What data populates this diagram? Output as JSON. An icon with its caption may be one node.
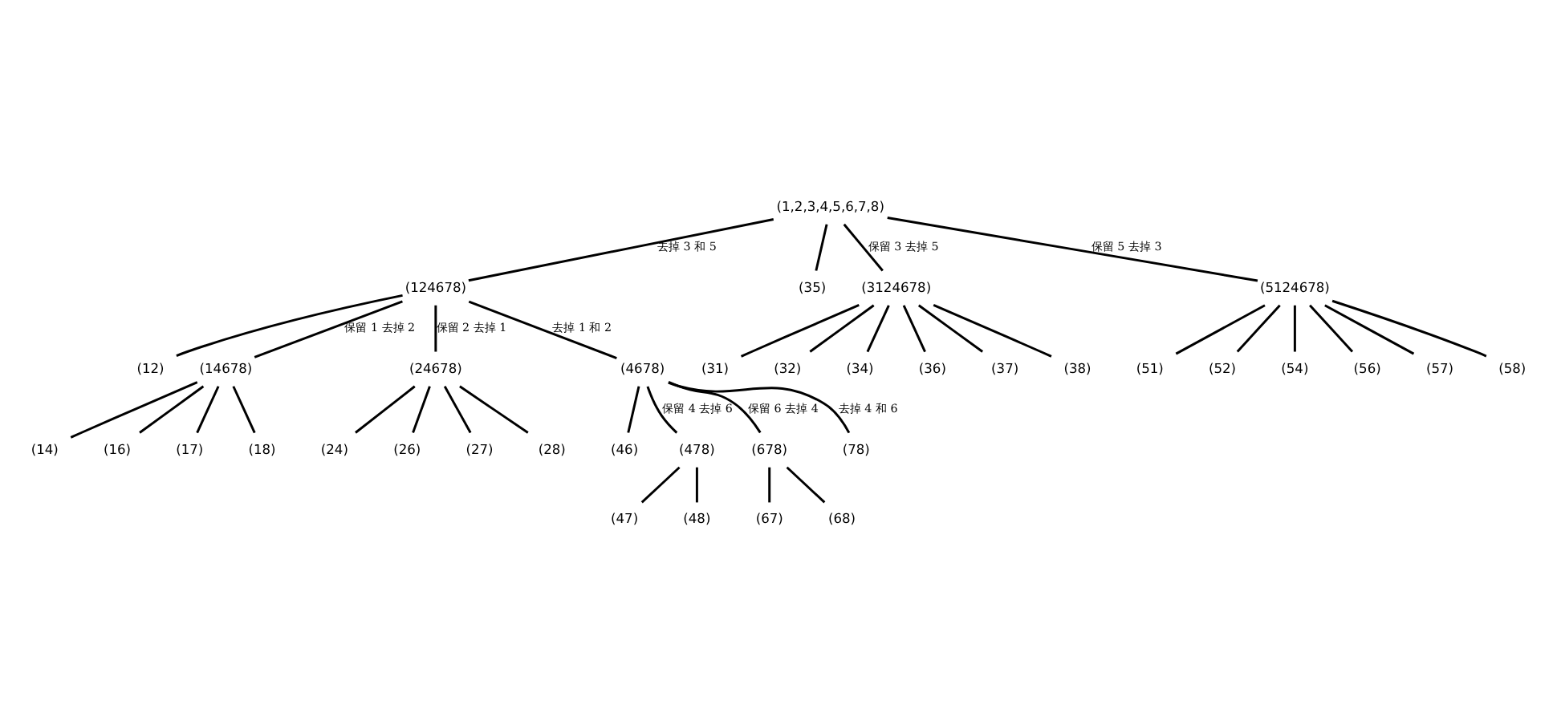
{
  "diagram": {
    "nodes": [
      {
        "text": [
          "(1,2,3,4,5,6,7,8)"
        ]
      },
      {
        "text": [
          "(124678)"
        ]
      },
      {
        "text": [
          "(35)"
        ]
      },
      {
        "text": [
          "(3124678)"
        ]
      },
      {
        "text": [
          "(5124678)"
        ]
      },
      {
        "text": [
          "(31)"
        ]
      },
      {
        "text": [
          "(32)"
        ]
      },
      {
        "text": [
          "(34)"
        ]
      },
      {
        "text": [
          "(36)"
        ]
      },
      {
        "text": [
          "(37)"
        ]
      },
      {
        "text": [
          "(38)"
        ]
      },
      {
        "text": [
          "(51)"
        ]
      },
      {
        "text": [
          "(52)"
        ]
      },
      {
        "text": [
          "(54)"
        ]
      },
      {
        "text": [
          "(56)"
        ]
      },
      {
        "text": [
          "(57)"
        ]
      },
      {
        "text": [
          "(58)"
        ]
      },
      {
        "text": [
          "(12)"
        ]
      },
      {
        "text": [
          "(14678)"
        ]
      },
      {
        "text": [
          "(24678)"
        ]
      },
      {
        "text": [
          "(4678)"
        ]
      },
      {
        "text": [
          "(14)"
        ]
      },
      {
        "text": [
          "(16)"
        ]
      },
      {
        "text": [
          "(17)"
        ]
      },
      {
        "text": [
          "(18)"
        ]
      },
      {
        "text": [
          "(24)"
        ]
      },
      {
        "text": [
          "(26)"
        ]
      },
      {
        "text": [
          "(27)"
        ]
      },
      {
        "text": [
          "(28)"
        ]
      },
      {
        "text": [
          "(46)"
        ]
      },
      {
        "text": [
          "(478)"
        ]
      },
      {
        "text": [
          "(678)"
        ]
      },
      {
        "text": [
          "(78)"
        ]
      },
      {
        "text": [
          "(47)"
        ]
      },
      {
        "text": [
          "(48)"
        ]
      },
      {
        "text": [
          "(67)"
        ]
      },
      {
        "text": [
          "(68)"
        ]
      }
    ],
    "edges": [
      {
        "from": 0,
        "to": 1,
        "arrow": "none",
        "label": "去掉 3 和 5"
      },
      {
        "from": 0,
        "to": 2,
        "arrow": "none"
      },
      {
        "from": 0,
        "to": 3,
        "arrow": "none",
        "label": "保留 3 去掉 5"
      },
      {
        "from": 0,
        "to": 4,
        "arrow": "none",
        "label": "保留 5 去掉 3"
      },
      {
        "from": 3,
        "to": 5,
        "arrow": "none"
      },
      {
        "from": 3,
        "to": 6,
        "arrow": "none"
      },
      {
        "from": 3,
        "to": 7,
        "arrow": "none"
      },
      {
        "from": 3,
        "to": 8,
        "arrow": "none"
      },
      {
        "from": 3,
        "to": 9,
        "arrow": "none"
      },
      {
        "from": 3,
        "to": 10,
        "arrow": "none"
      },
      {
        "from": 4,
        "to": 11,
        "arrow": "none"
      },
      {
        "from": 4,
        "to": 12,
        "arrow": "none"
      },
      {
        "from": 4,
        "to": 13,
        "arrow": "none"
      },
      {
        "from": 4,
        "to": 14,
        "arrow": "none"
      },
      {
        "from": 4,
        "to": 15,
        "arrow": "none"
      },
      {
        "from": 4,
        "to": 16,
        "arrow": "none"
      },
      {
        "from": 1,
        "to": 17,
        "arrow": "none"
      },
      {
        "from": 1,
        "to": 18,
        "arrow": "none",
        "label": "保留 1 去掉 2"
      },
      {
        "from": 1,
        "to": 19,
        "arrow": "none",
        "label": "保留 2 去掉 1"
      },
      {
        "from": 1,
        "to": 20,
        "arrow": "none",
        "label": "去掉 1 和 2"
      },
      {
        "from": 18,
        "to": 21,
        "arrow": "none"
      },
      {
        "from": 18,
        "to": 22,
        "arrow": "none"
      },
      {
        "from": 18,
        "to": 23,
        "arrow": "none"
      },
      {
        "from": 18,
        "to": 24,
        "arrow": "none"
      },
      {
        "from": 19,
        "to": 25,
        "arrow": "none"
      },
      {
        "from": 19,
        "to": 26,
        "arrow": "none"
      },
      {
        "from": 19,
        "to": 27,
        "arrow": "none"
      },
      {
        "from": 19,
        "to": 28,
        "arrow": "none"
      },
      {
        "from": 20,
        "to": 29,
        "arrow": "none"
      },
      {
        "from": 20,
        "to": 30,
        "arrow": "none",
        "label": "保留 4 去掉 6"
      },
      {
        "from": 20,
        "to": 31,
        "arrow": "none",
        "label": "保留 6 去掉 4"
      },
      {
        "from": 20,
        "to": 32,
        "arrow": "none",
        "label": "去掉 4 和 6"
      },
      {
        "from": 30,
        "to": 33,
        "arrow": "none"
      },
      {
        "from": 30,
        "to": 34,
        "arrow": "none"
      },
      {
        "from": 31,
        "to": 35,
        "arrow": "none"
      },
      {
        "from": 31,
        "to": 36,
        "arrow": "none"
      }
    ]
  }
}
